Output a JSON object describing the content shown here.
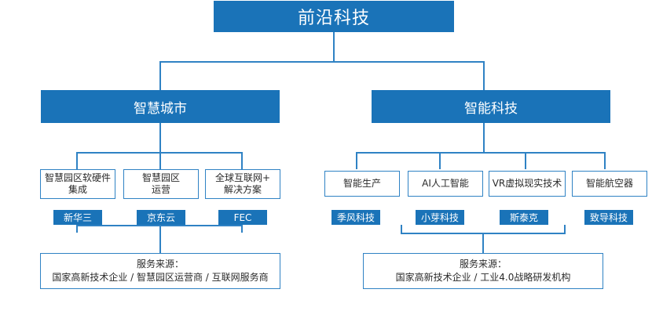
{
  "root": "前沿科技",
  "left": {
    "title": "智慧城市",
    "items": [
      {
        "label": "智慧园区软硬件\n集成",
        "company": "新华三"
      },
      {
        "label": "智慧园区\n运营",
        "company": "京东云"
      },
      {
        "label": "全球互联网+\n解决方案",
        "company": "FEC"
      }
    ],
    "source_title": "服务来源：",
    "source_text": "国家高新技术企业 / 智慧园区运营商 / 互联网服务商"
  },
  "right": {
    "title": "智能科技",
    "items": [
      {
        "label": "智能生产",
        "company": "季风科技"
      },
      {
        "label": "AI人工智能",
        "company": "小芽科技"
      },
      {
        "label": "VR虚拟现实技术",
        "company": "斯泰克"
      },
      {
        "label": "智能航空器",
        "company": "致导科技"
      }
    ],
    "source_title": "服务来源：",
    "source_text": "国家高新技术企业 / 工业4.0战略研发机构"
  },
  "colors": {
    "primary": "#1a73b8",
    "line": "#2f82c4"
  }
}
